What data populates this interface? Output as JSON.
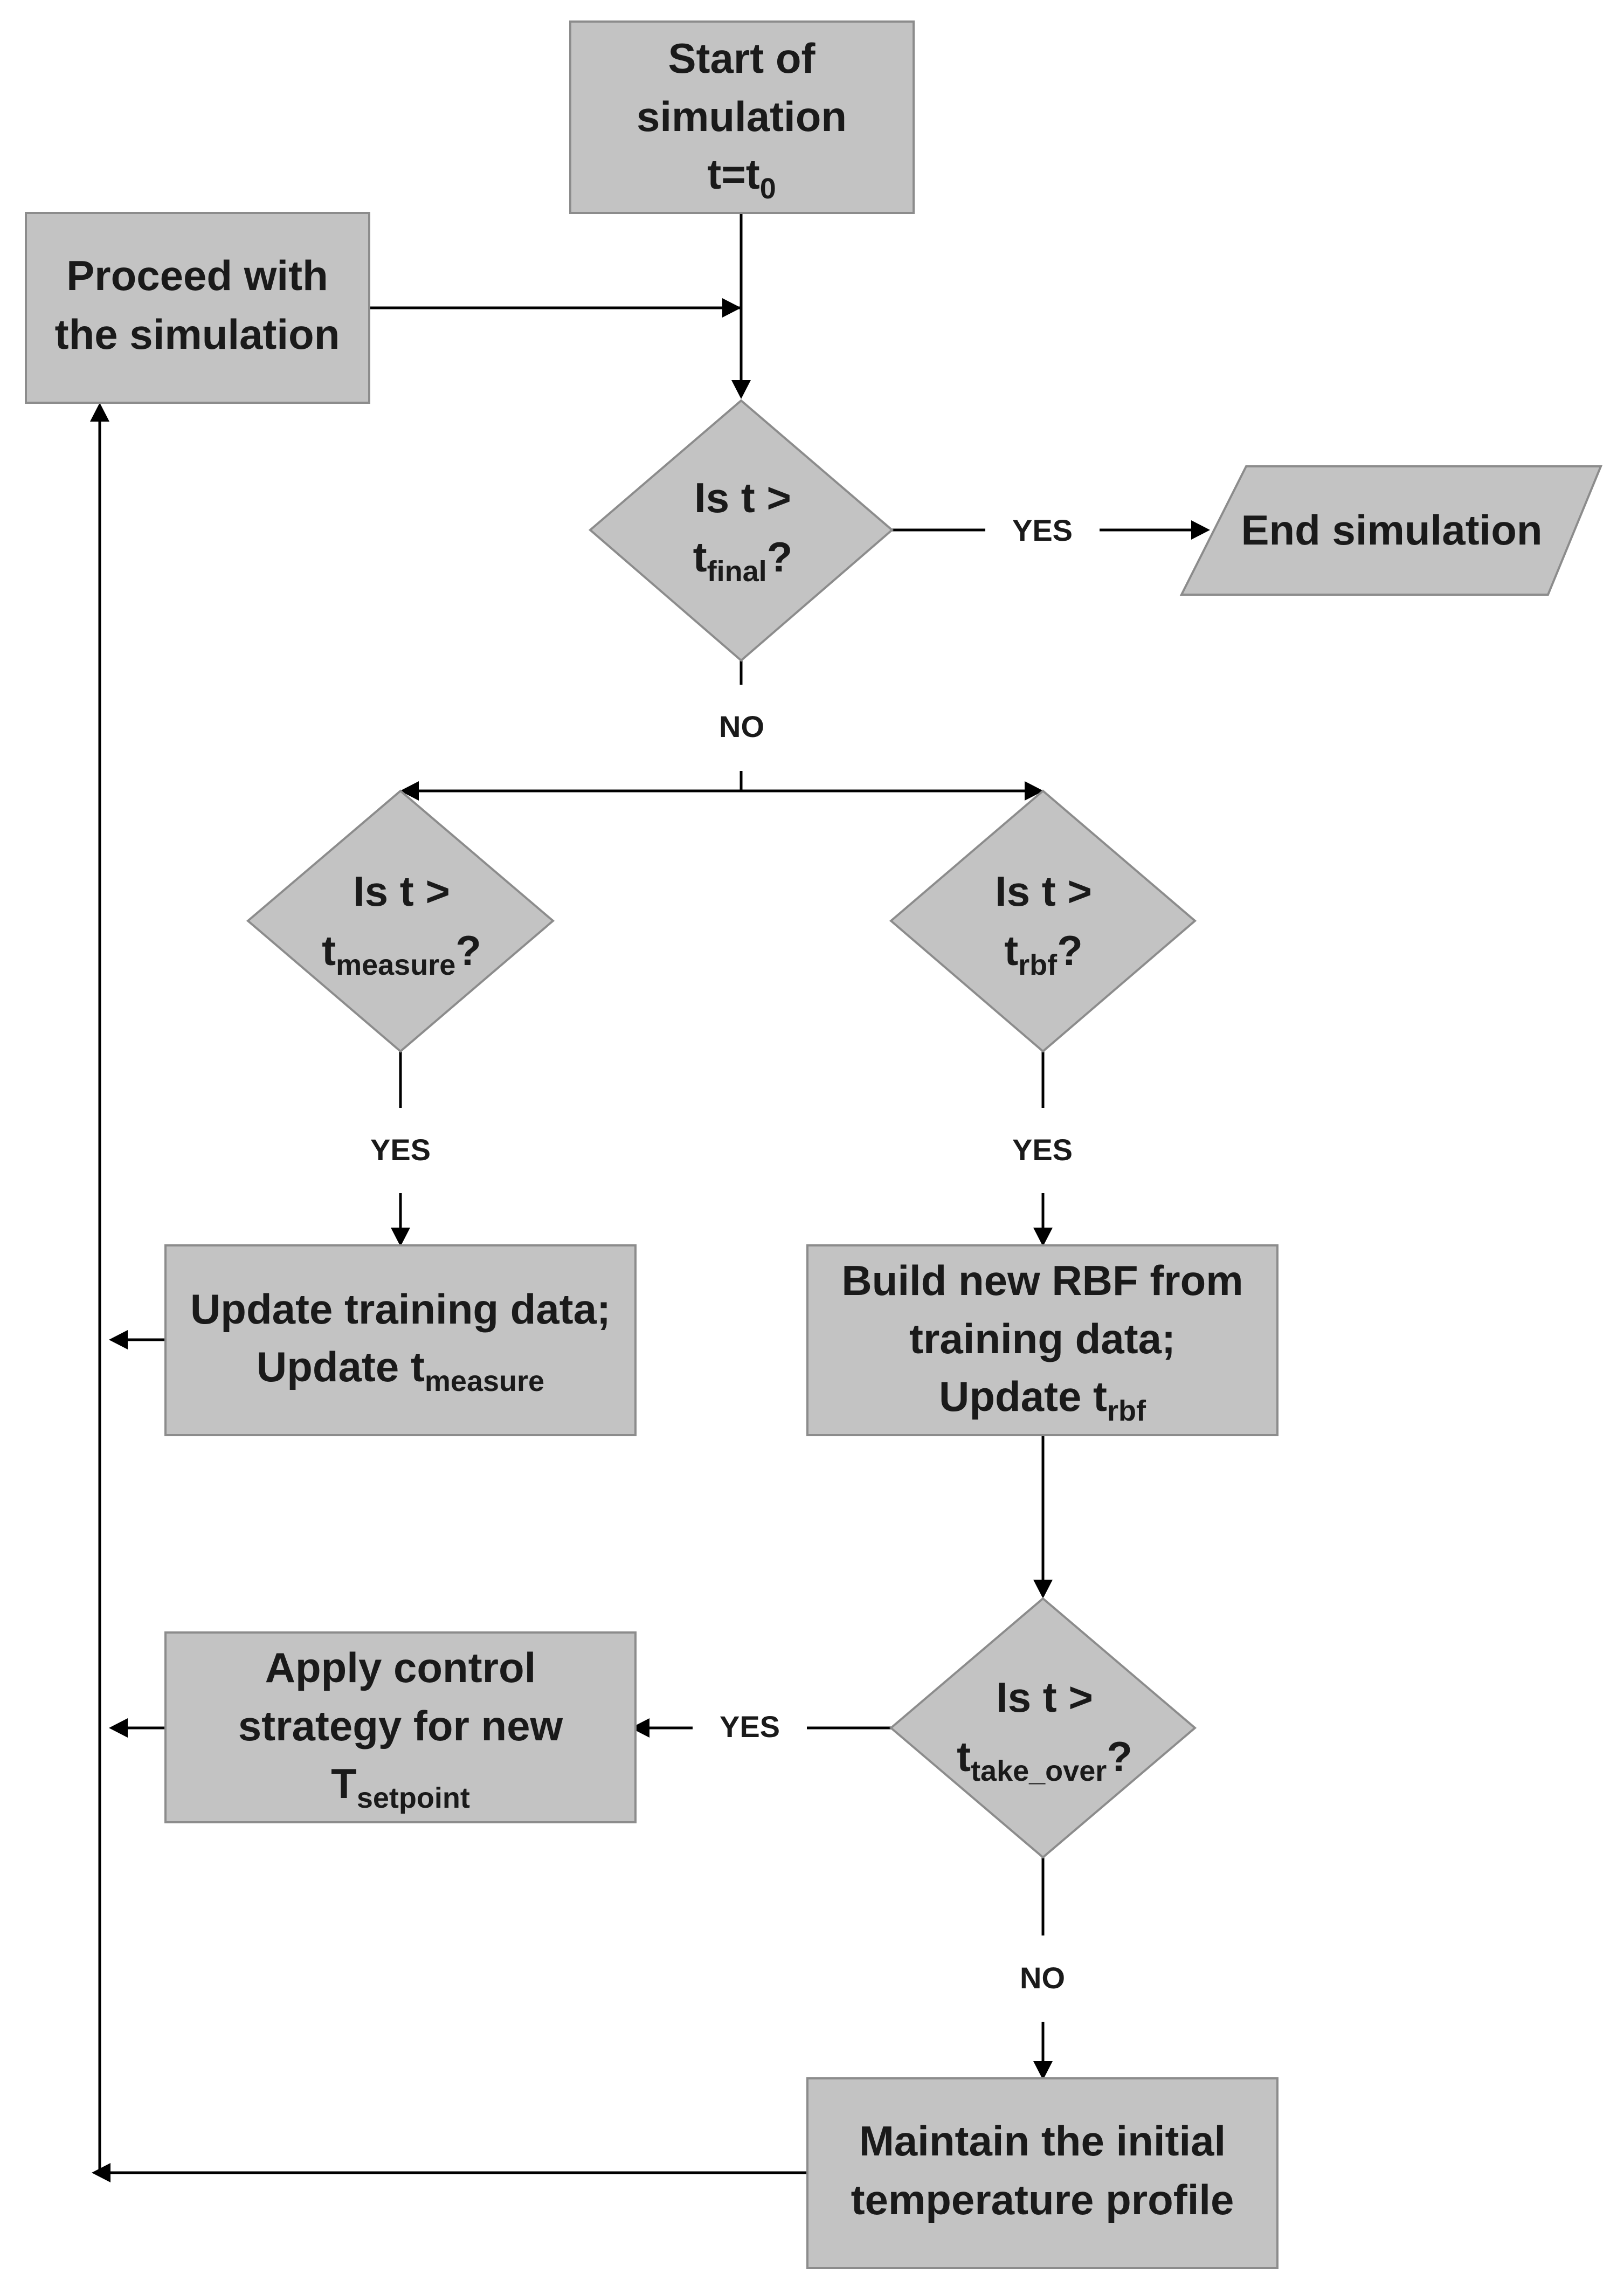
{
  "nodes": {
    "start": {
      "line1": "Start of",
      "line2": "simulation",
      "line3_main": "t=t",
      "line3_sub": "0"
    },
    "proceed": {
      "line1": "Proceed with",
      "line2": "the simulation"
    },
    "decision_final": {
      "line1": "Is t >",
      "line2_main": "t",
      "line2_sub": "final",
      "line2_end": "?"
    },
    "end": {
      "line1": "End simulation"
    },
    "decision_measure": {
      "line1": "Is t >",
      "line2_main": "t",
      "line2_sub": "measure",
      "line2_end": "?"
    },
    "decision_rbf": {
      "line1": "Is t >",
      "line2_main": "t",
      "line2_sub": "rbf",
      "line2_end": "?"
    },
    "update_training": {
      "line1": "Update training data;",
      "line2_main": "Update t",
      "line2_sub": "measure"
    },
    "build_rbf": {
      "line1": "Build new RBF from",
      "line2": "training data;",
      "line3_main": "Update t",
      "line3_sub": "rbf"
    },
    "decision_takeover": {
      "line1": "Is t >",
      "line2_main": "t",
      "line2_sub": "take_over",
      "line2_end": "?"
    },
    "apply_control": {
      "line1": "Apply control",
      "line2": "strategy for new",
      "line3_main": "T",
      "line3_sub": "setpoint"
    },
    "maintain": {
      "line1": "Maintain the initial",
      "line2": "temperature profile"
    }
  },
  "edge_labels": {
    "final_yes": "YES",
    "final_no": "NO",
    "measure_yes": "YES",
    "rbf_yes": "YES",
    "takeover_yes": "YES",
    "takeover_no": "NO"
  },
  "colors": {
    "node_fill": "#c3c3c3",
    "node_stroke": "#8c8c8c",
    "edge": "#000000"
  }
}
